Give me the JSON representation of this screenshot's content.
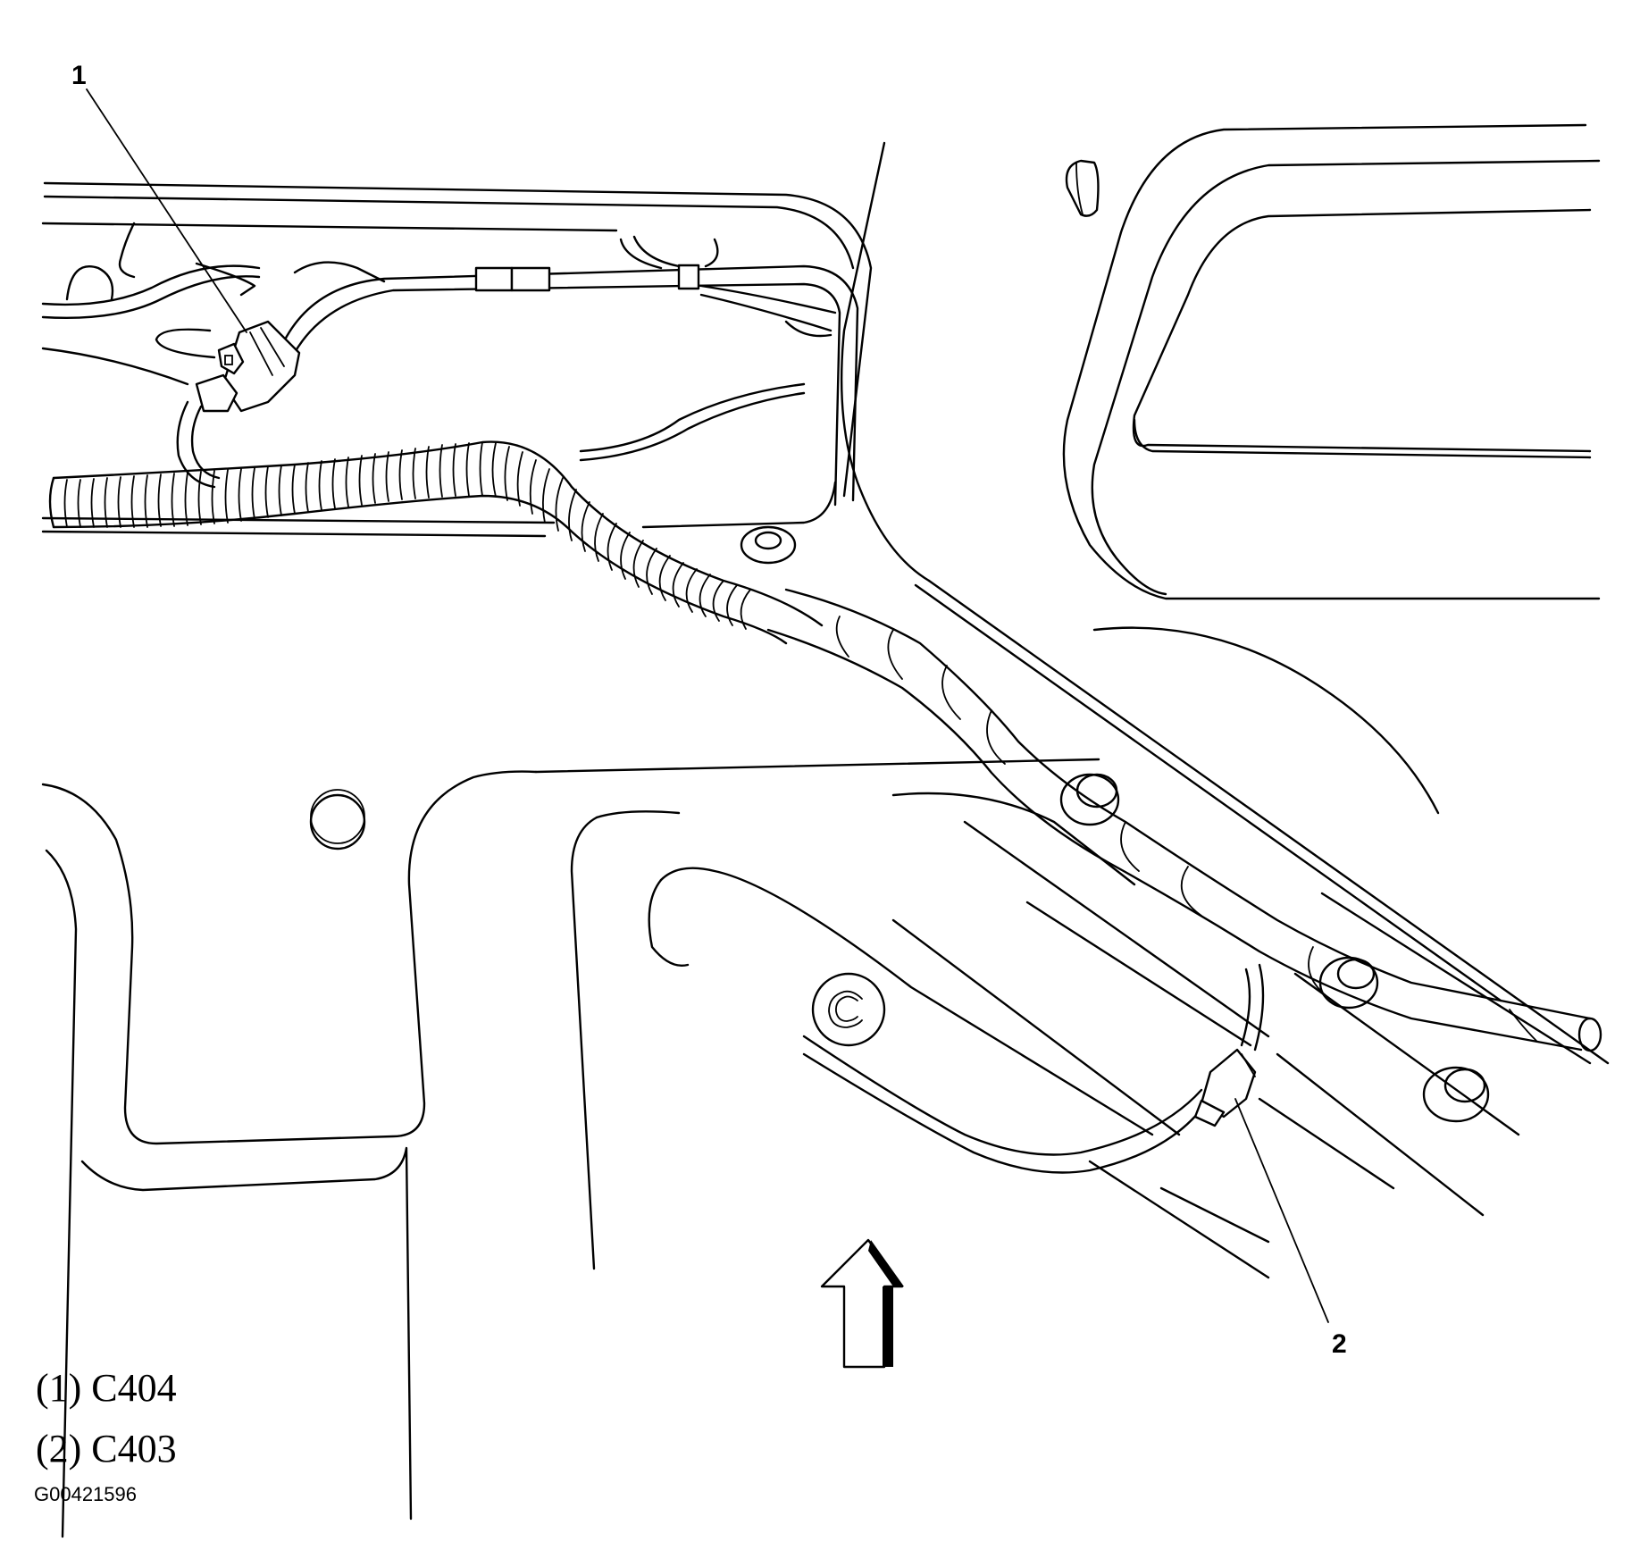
{
  "figure": {
    "type": "wiring harness connector location line drawing",
    "callouts": [
      {
        "number": "1",
        "connector": "C404"
      },
      {
        "number": "2",
        "connector": "C403"
      }
    ],
    "legend": [
      {
        "label": "(1) C404"
      },
      {
        "label": "(2) C403"
      }
    ],
    "figure_id": "G00421596",
    "view_arrow": "up-arrow",
    "colors": {
      "line": "#000000",
      "background": "#ffffff"
    }
  }
}
